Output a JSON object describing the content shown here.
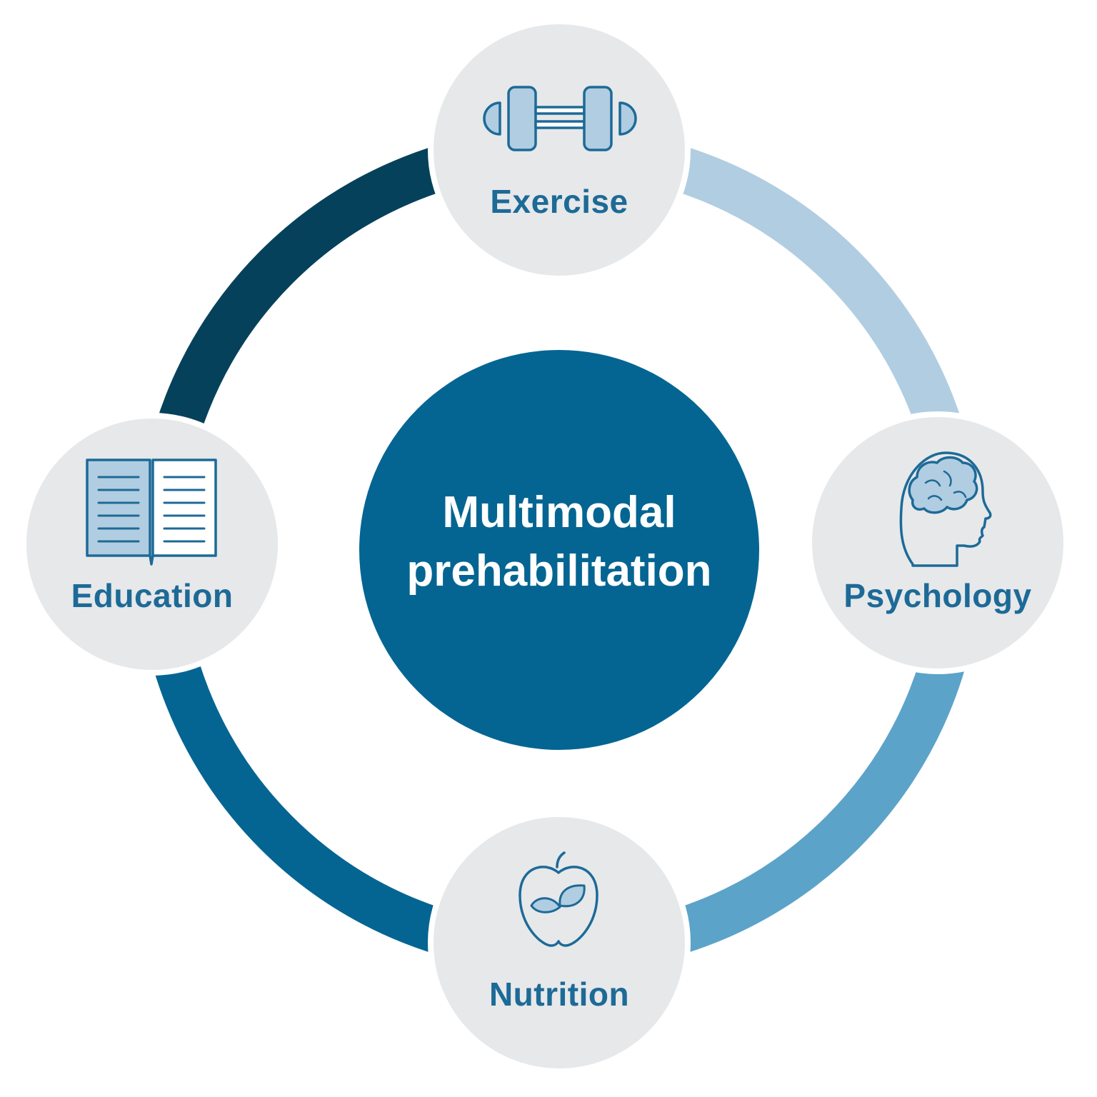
{
  "center": {
    "title_line1": "Multimodal",
    "title_line2": "prehabilitation",
    "color": "#046592",
    "text_color": "#ffffff"
  },
  "nodes": [
    {
      "id": "exercise",
      "label": "Exercise",
      "icon": "dumbbell-icon"
    },
    {
      "id": "psychology",
      "label": "Psychology",
      "icon": "head-brain-icon"
    },
    {
      "id": "nutrition",
      "label": "Nutrition",
      "icon": "apple-icon"
    },
    {
      "id": "education",
      "label": "Education",
      "icon": "open-book-icon"
    }
  ],
  "arcs": [
    {
      "from": "exercise",
      "to": "psychology",
      "color": "#b1cde1"
    },
    {
      "from": "psychology",
      "to": "nutrition",
      "color": "#5ca3c9"
    },
    {
      "from": "nutrition",
      "to": "education",
      "color": "#046592"
    },
    {
      "from": "education",
      "to": "exercise",
      "color": "#05415b"
    }
  ],
  "colors": {
    "node_fill": "#e6e8ea",
    "label_text": "#1d6a97",
    "icon_stroke": "#1d6a97",
    "icon_fill": "#b1cde1"
  }
}
